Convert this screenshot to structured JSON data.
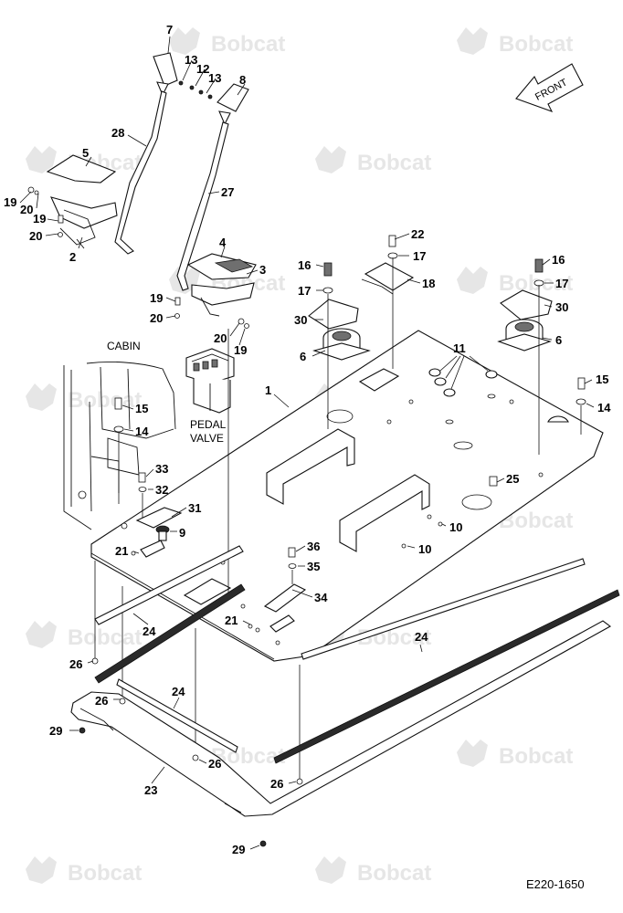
{
  "watermark": {
    "brand": "Bobcat"
  },
  "front_arrow": {
    "label": "FRONT"
  },
  "labels": {
    "cabin": "CABIN",
    "pedal": "PEDAL",
    "valve": "VALVE"
  },
  "drawing_code": "E220-1650",
  "callouts": [
    {
      "id": "c7",
      "text": "7"
    },
    {
      "id": "c13a",
      "text": "13"
    },
    {
      "id": "c12",
      "text": "12"
    },
    {
      "id": "c13b",
      "text": "13"
    },
    {
      "id": "c8",
      "text": "8"
    },
    {
      "id": "c28",
      "text": "28"
    },
    {
      "id": "c5",
      "text": "5"
    },
    {
      "id": "c27",
      "text": "27"
    },
    {
      "id": "c19a",
      "text": "19"
    },
    {
      "id": "c20a",
      "text": "20"
    },
    {
      "id": "c19b",
      "text": "19"
    },
    {
      "id": "c20b",
      "text": "20"
    },
    {
      "id": "c2",
      "text": "2"
    },
    {
      "id": "c4",
      "text": "4"
    },
    {
      "id": "c3",
      "text": "3"
    },
    {
      "id": "c19c",
      "text": "19"
    },
    {
      "id": "c20c",
      "text": "20"
    },
    {
      "id": "c20d",
      "text": "20"
    },
    {
      "id": "c19d",
      "text": "19"
    },
    {
      "id": "c22",
      "text": "22"
    },
    {
      "id": "c17a",
      "text": "17"
    },
    {
      "id": "c16a",
      "text": "16"
    },
    {
      "id": "c18",
      "text": "18"
    },
    {
      "id": "c17b",
      "text": "17"
    },
    {
      "id": "c30a",
      "text": "30"
    },
    {
      "id": "c6a",
      "text": "6"
    },
    {
      "id": "c16b",
      "text": "16"
    },
    {
      "id": "c17c",
      "text": "17"
    },
    {
      "id": "c30b",
      "text": "30"
    },
    {
      "id": "c6b",
      "text": "6"
    },
    {
      "id": "c11",
      "text": "11"
    },
    {
      "id": "c15a",
      "text": "15"
    },
    {
      "id": "c14a",
      "text": "14"
    },
    {
      "id": "c1",
      "text": "1"
    },
    {
      "id": "c15b",
      "text": "15"
    },
    {
      "id": "c14b",
      "text": "14"
    },
    {
      "id": "c33",
      "text": "33"
    },
    {
      "id": "c32",
      "text": "32"
    },
    {
      "id": "c31",
      "text": "31"
    },
    {
      "id": "c9",
      "text": "9"
    },
    {
      "id": "c21a",
      "text": "21"
    },
    {
      "id": "c25",
      "text": "25"
    },
    {
      "id": "c10a",
      "text": "10"
    },
    {
      "id": "c10b",
      "text": "10"
    },
    {
      "id": "c36",
      "text": "36"
    },
    {
      "id": "c35",
      "text": "35"
    },
    {
      "id": "c34",
      "text": "34"
    },
    {
      "id": "c24a",
      "text": "24"
    },
    {
      "id": "c21b",
      "text": "21"
    },
    {
      "id": "c24b",
      "text": "24"
    },
    {
      "id": "c26a",
      "text": "26"
    },
    {
      "id": "c26b",
      "text": "26"
    },
    {
      "id": "c24c",
      "text": "24"
    },
    {
      "id": "c29a",
      "text": "29"
    },
    {
      "id": "c26c",
      "text": "26"
    },
    {
      "id": "c23",
      "text": "23"
    },
    {
      "id": "c26d",
      "text": "26"
    },
    {
      "id": "c29b",
      "text": "29"
    }
  ]
}
